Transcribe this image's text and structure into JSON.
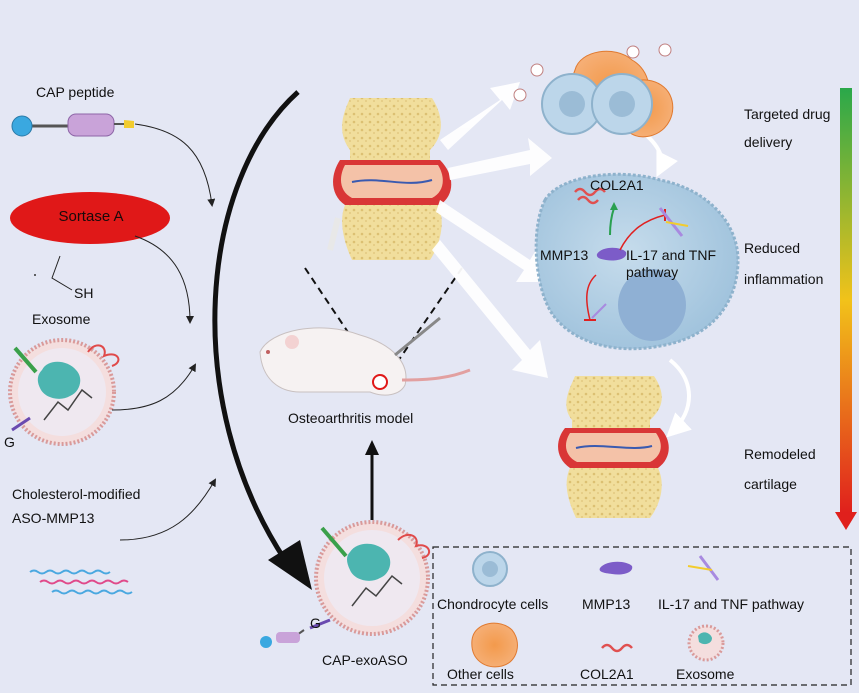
{
  "inputs": {
    "cap_peptide": "CAP peptide",
    "sortase": "Sortase A",
    "sh": "SH",
    "exosome": "Exosome",
    "g_letter": "G",
    "cholesterol_line1": "Cholesterol-modified",
    "cholesterol_line2": "ASO-MMP13"
  },
  "center": {
    "model": "Osteoarthritis model",
    "product": "CAP-exoASO",
    "g_letter": "G"
  },
  "cell": {
    "col2a1": "COL2A1",
    "mmp13": "MMP13",
    "pathway_line1": "IL-17 and TNF",
    "pathway_line2": "pathway"
  },
  "outcomes": {
    "targeted_line1": "Targeted drug",
    "targeted_line2": "delivery",
    "reduced_line1": "Reduced",
    "reduced_line2": "inflammation",
    "remodeled_line1": "Remodeled",
    "remodeled_line2": "cartilage"
  },
  "legend": {
    "chondrocyte": "Chondrocyte cells",
    "mmp13": "MMP13",
    "pathway": "IL-17 and TNF pathway",
    "other_cells": "Other cells",
    "col2a1": "COL2A1",
    "exosome": "Exosome"
  },
  "colors": {
    "background": "#e4e7f4",
    "sortase_red": "#e01818",
    "cap_blue": "#3aa8e0",
    "cap_purple": "#c9a3d9",
    "bone_yellow": "#f0dc9a",
    "cartilage_red": "#d93636",
    "cell_blue": "#aecde3",
    "exosome_pink": "#e8a9a9",
    "gradient_top": "#2aa84a",
    "gradient_mid": "#f2c21a",
    "gradient_bottom": "#e0201c"
  }
}
